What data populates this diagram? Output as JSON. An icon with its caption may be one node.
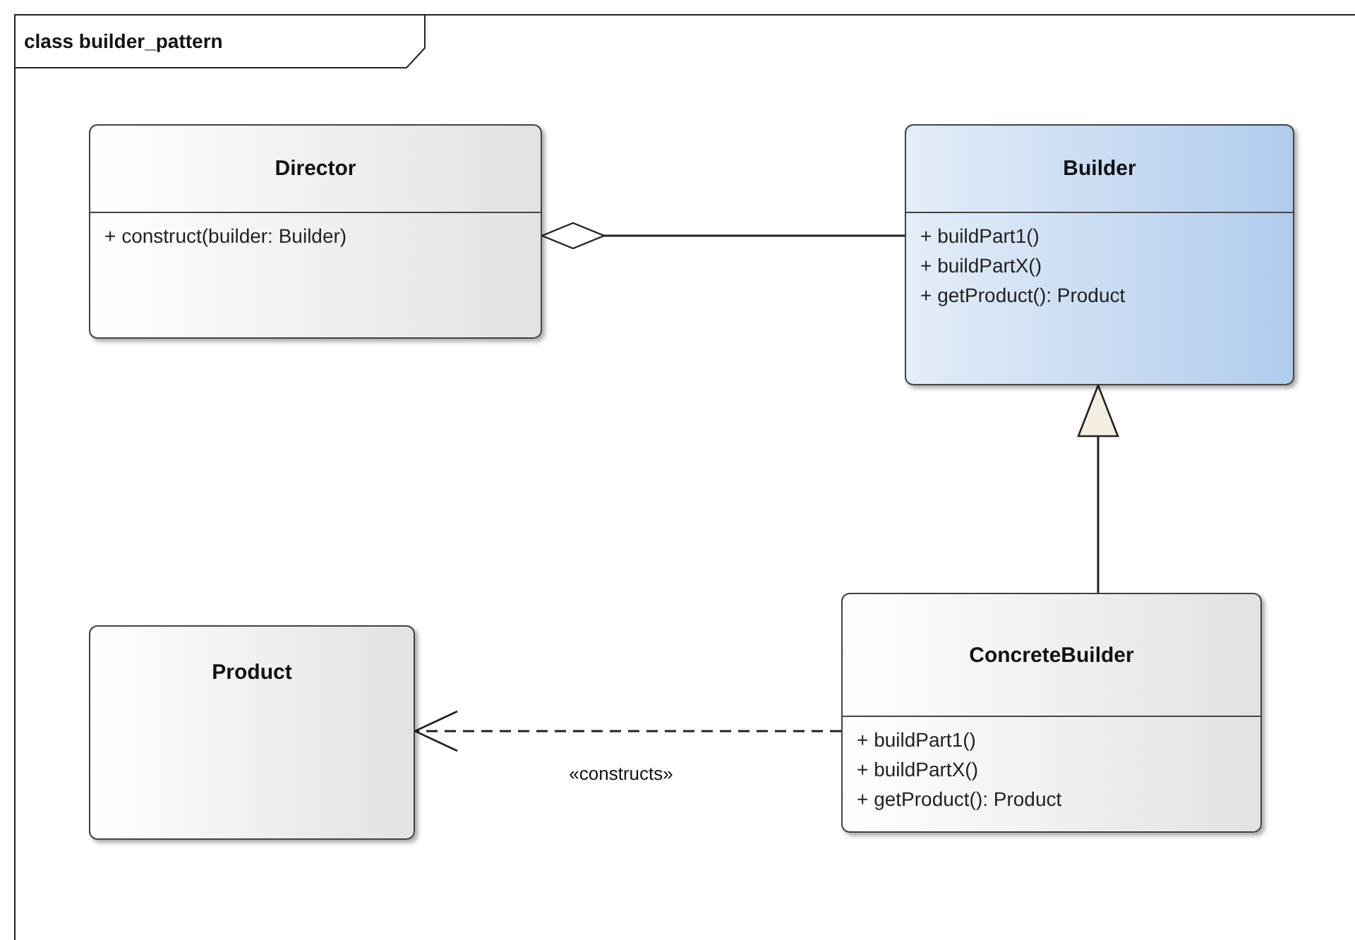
{
  "diagram": {
    "nodes": [
      {
        "text": [
          "class builder_pattern"
        ]
      },
      {
        "text": [
          "Director",
          "+ construct(builder: Builder)"
        ],
        "in": 0
      },
      {
        "text": [
          "Builder",
          "+ buildPart1()",
          "+ buildPartX()",
          "+ getProduct(): Product"
        ],
        "in": 0
      },
      {
        "text": [
          "Product"
        ],
        "in": 0
      },
      {
        "text": [
          "ConcreteBuilder",
          "+ buildPart1()",
          "+ buildPartX()",
          "+ getProduct(): Product"
        ],
        "in": 0
      }
    ],
    "edges": [
      {
        "from": 1,
        "to": 2,
        "arrow": "other"
      },
      {
        "from": 4,
        "to": 2,
        "arrow": "to"
      },
      {
        "from": 4,
        "to": 3,
        "arrow": "to",
        "label": "«constructs»",
        "style": "dashed"
      }
    ]
  }
}
